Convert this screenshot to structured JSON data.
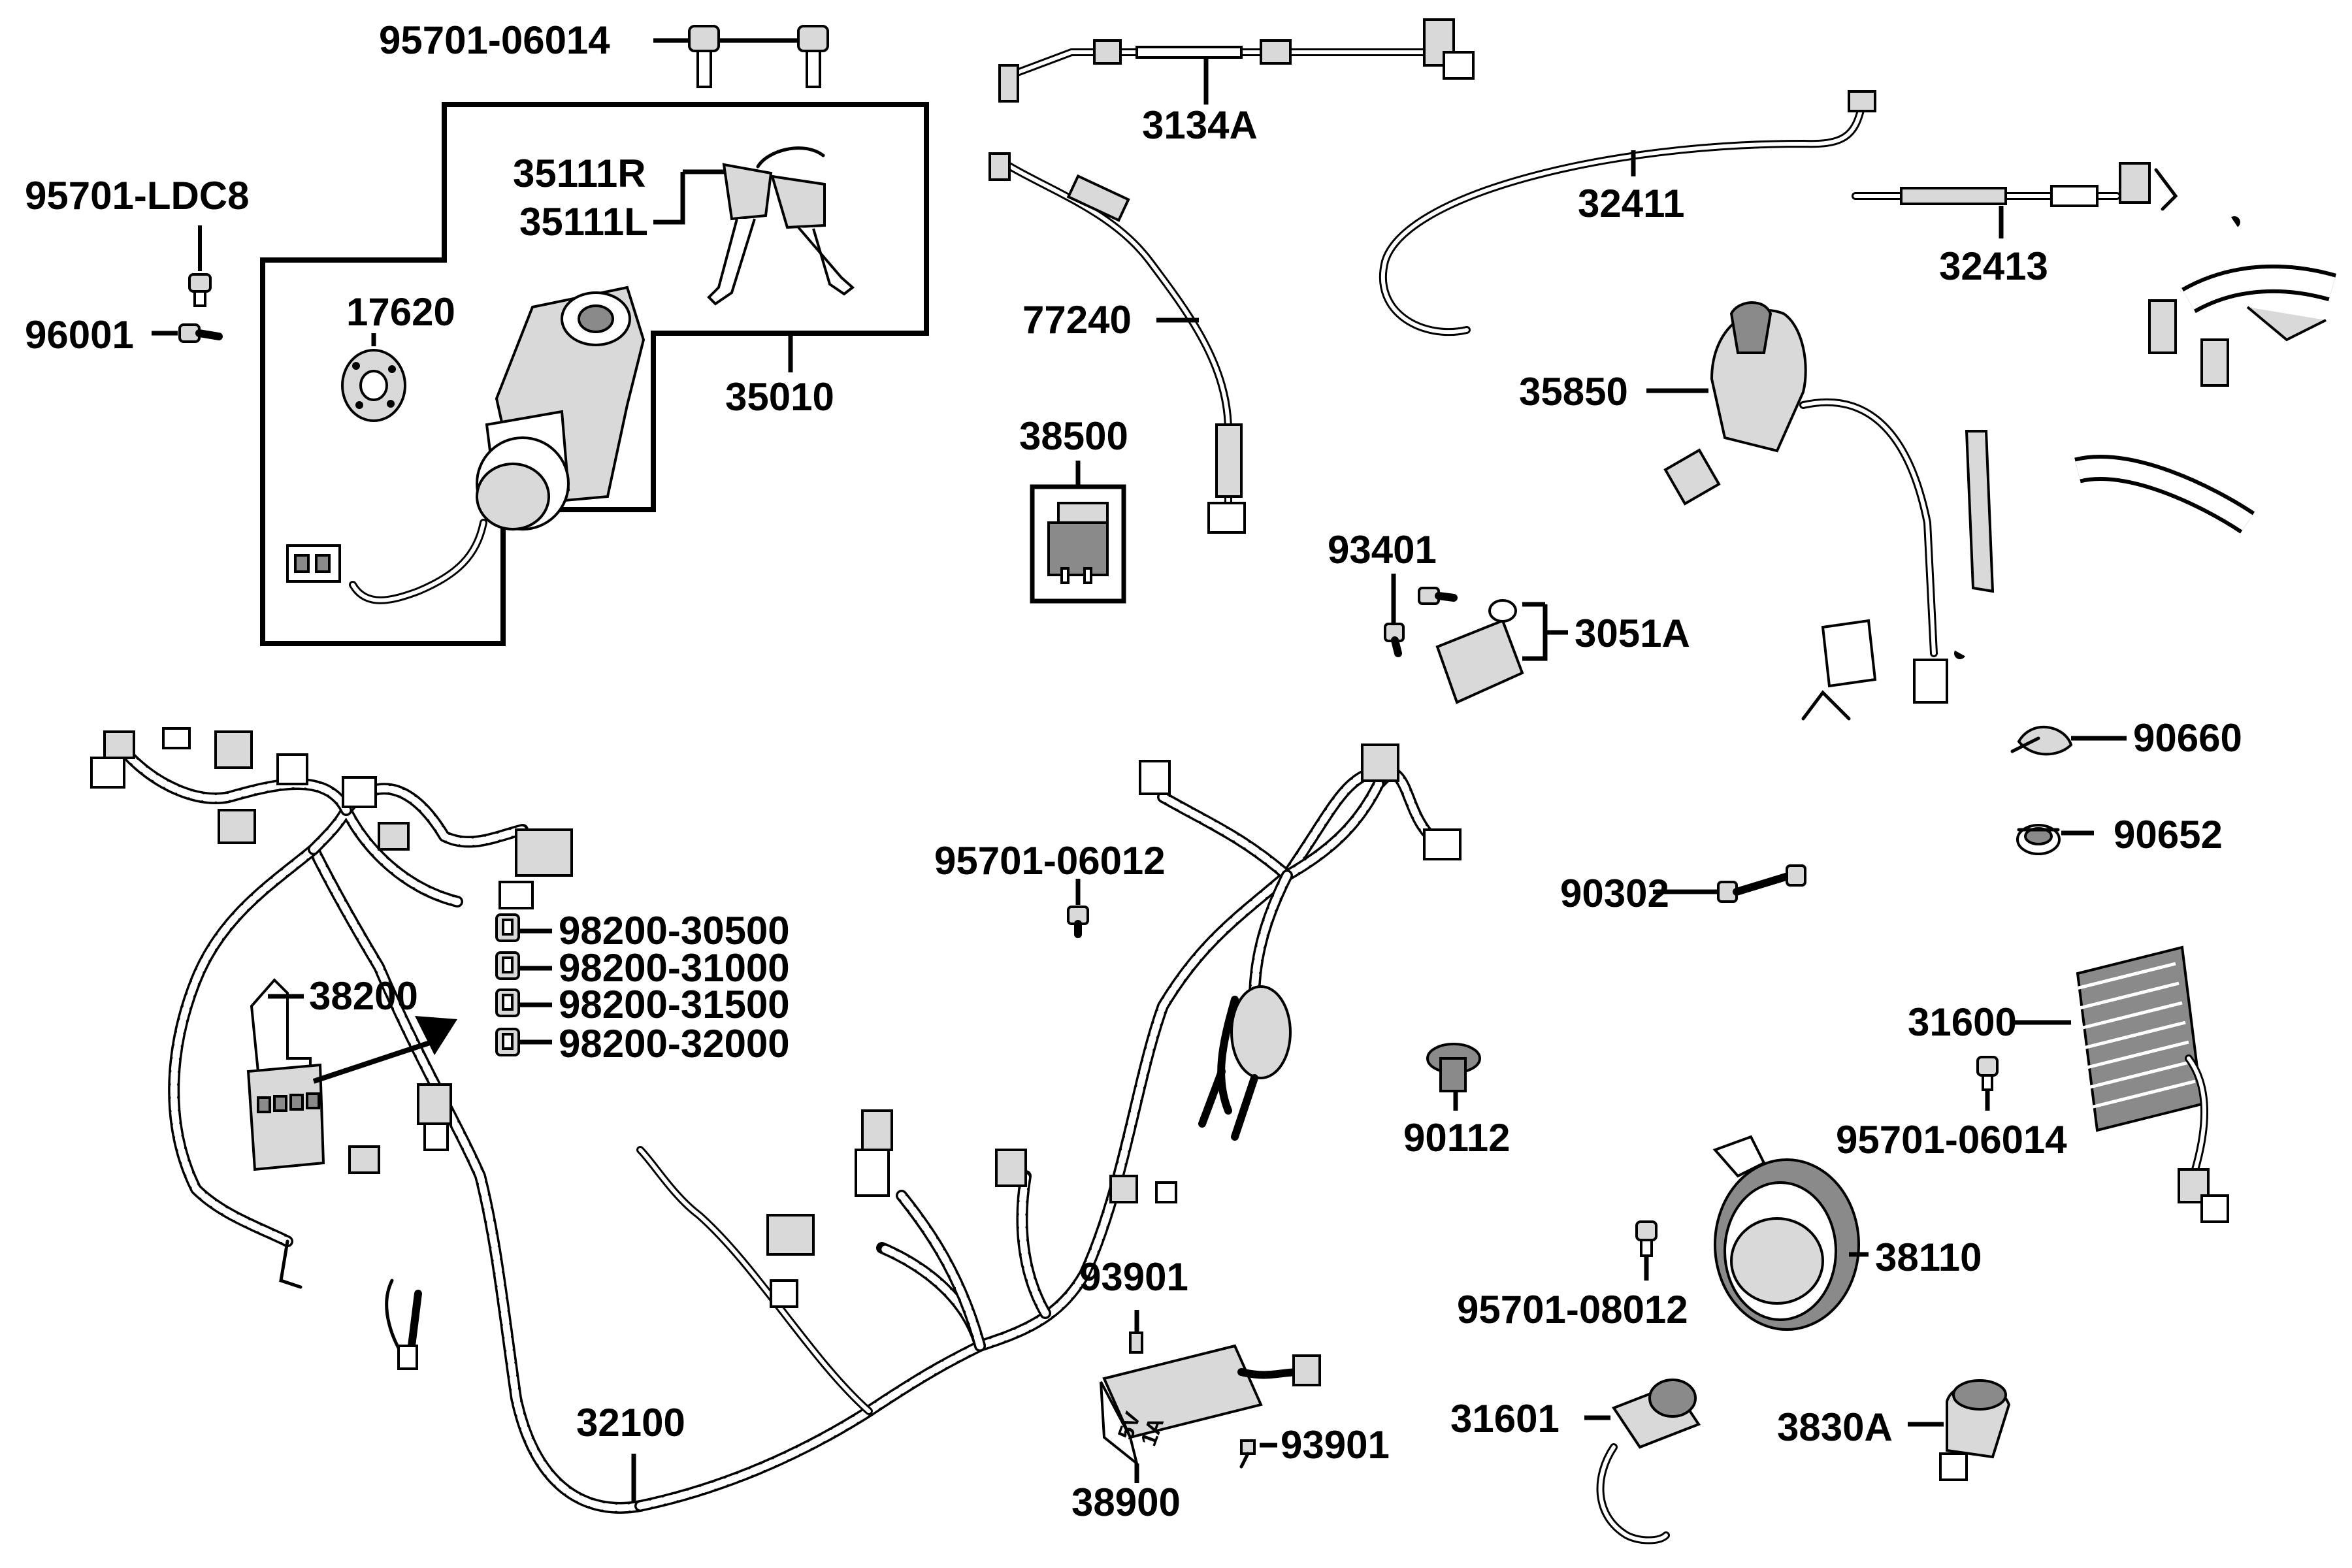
{
  "diagram": {
    "parts": {
      "p95701_06014_top": "95701-06014",
      "p3134A": "3134A",
      "p95701_LDC8": "95701-LDC8",
      "p35111R": "35111R",
      "p35111L": "35111L",
      "p17620": "17620",
      "p96001": "96001",
      "p35010": "35010",
      "p77240": "77240",
      "p38500": "38500",
      "p32411": "32411",
      "p32413": "32413",
      "p35850": "35850",
      "p93401": "93401",
      "p3051A": "3051A",
      "p90660": "90660",
      "p90652": "90652",
      "p95701_06012": "95701-06012",
      "p90302": "90302",
      "p38200": "38200",
      "p98200_30500": "98200-30500",
      "p98200_31000": "98200-31000",
      "p98200_31500": "98200-31500",
      "p98200_32000": "98200-32000",
      "p31600": "31600",
      "p95701_06014_right": "95701-06014",
      "p90112": "90112",
      "p38110": "38110",
      "p93901_top": "93901",
      "p95701_08012": "95701-08012",
      "p32100": "32100",
      "p93901_bottom": "93901",
      "p31601": "31601",
      "p3830A": "3830A",
      "p38900": "38900"
    },
    "printed_marks": {
      "usb_voltage": "5V",
      "usb_current": "1A"
    }
  }
}
